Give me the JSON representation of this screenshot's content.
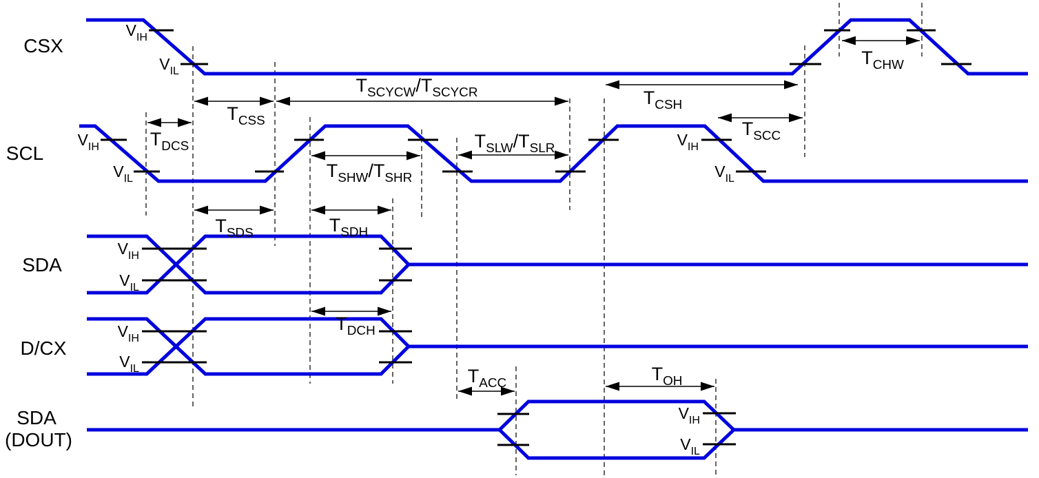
{
  "colors": {
    "waveform": "#0000DD",
    "annotation": "#000000",
    "dashed_guide": "#3C3C3C",
    "background": "#FFFFFF"
  },
  "signals": [
    "CSX",
    "SCL",
    "SDA",
    "D/CX",
    "SDA",
    "(DOUT)"
  ],
  "levels": {
    "vih": [
      [
        "V",
        "IH"
      ]
    ],
    "vil": [
      [
        "V",
        "IL"
      ]
    ]
  },
  "timing_labels": {
    "tdcs": [
      [
        "T",
        "DCS"
      ]
    ],
    "tcss": [
      [
        "T",
        "CSS"
      ]
    ],
    "tscyc": [
      [
        "T",
        "SCYCW"
      ],
      [
        "/T",
        "SCYCR"
      ]
    ],
    "tshw": [
      [
        "T",
        "SHW"
      ],
      [
        "/T",
        "SHR"
      ]
    ],
    "tslw": [
      [
        "T",
        "SLW"
      ],
      [
        "/T",
        "SLR"
      ]
    ],
    "tcsh": [
      [
        "T",
        "CSH"
      ]
    ],
    "tscc": [
      [
        "T",
        "SCC"
      ]
    ],
    "tchw": [
      [
        "T",
        "CHW"
      ]
    ],
    "tsds": [
      [
        "T",
        "SDS"
      ]
    ],
    "tsdh": [
      [
        "T",
        "SDH"
      ]
    ],
    "tdch": [
      [
        "T",
        "DCH"
      ]
    ],
    "tacc": [
      [
        "T",
        "ACC"
      ]
    ],
    "toh": [
      [
        "T",
        "OH"
      ]
    ]
  }
}
